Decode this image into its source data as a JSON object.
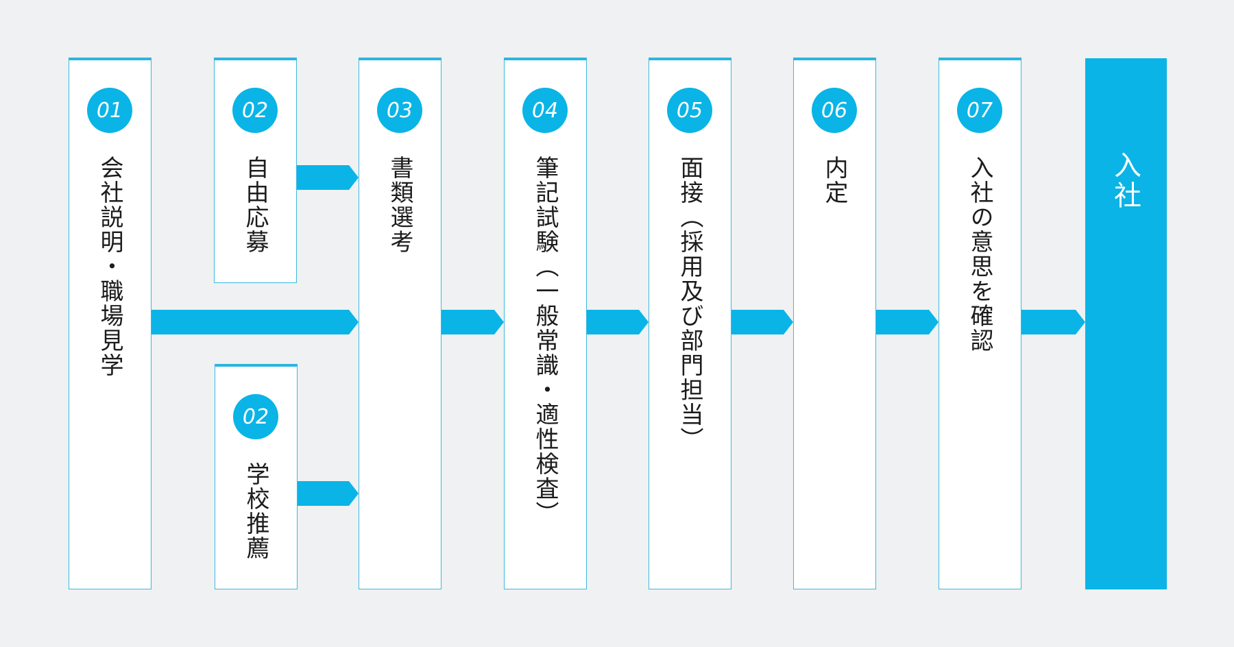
{
  "colors": {
    "accent": "#0ab4e6",
    "card_border": "#3db8de",
    "background": "#eff1f3"
  },
  "steps": [
    {
      "id": "s01",
      "number": "01",
      "label": "会社説明・職場見学"
    },
    {
      "id": "s02a",
      "number": "02",
      "label": "自由応募"
    },
    {
      "id": "s02b",
      "number": "02",
      "label": "学校推薦"
    },
    {
      "id": "s03",
      "number": "03",
      "label": "書類選考"
    },
    {
      "id": "s04",
      "number": "04",
      "label": "筆記試験（一般常識・適性検査）"
    },
    {
      "id": "s05",
      "number": "05",
      "label": "面接（採用及び部門担当）"
    },
    {
      "id": "s06",
      "number": "06",
      "label": "内定"
    },
    {
      "id": "s07",
      "number": "07",
      "label": "入社の意思を確認"
    }
  ],
  "final_step": {
    "label": "入社"
  }
}
